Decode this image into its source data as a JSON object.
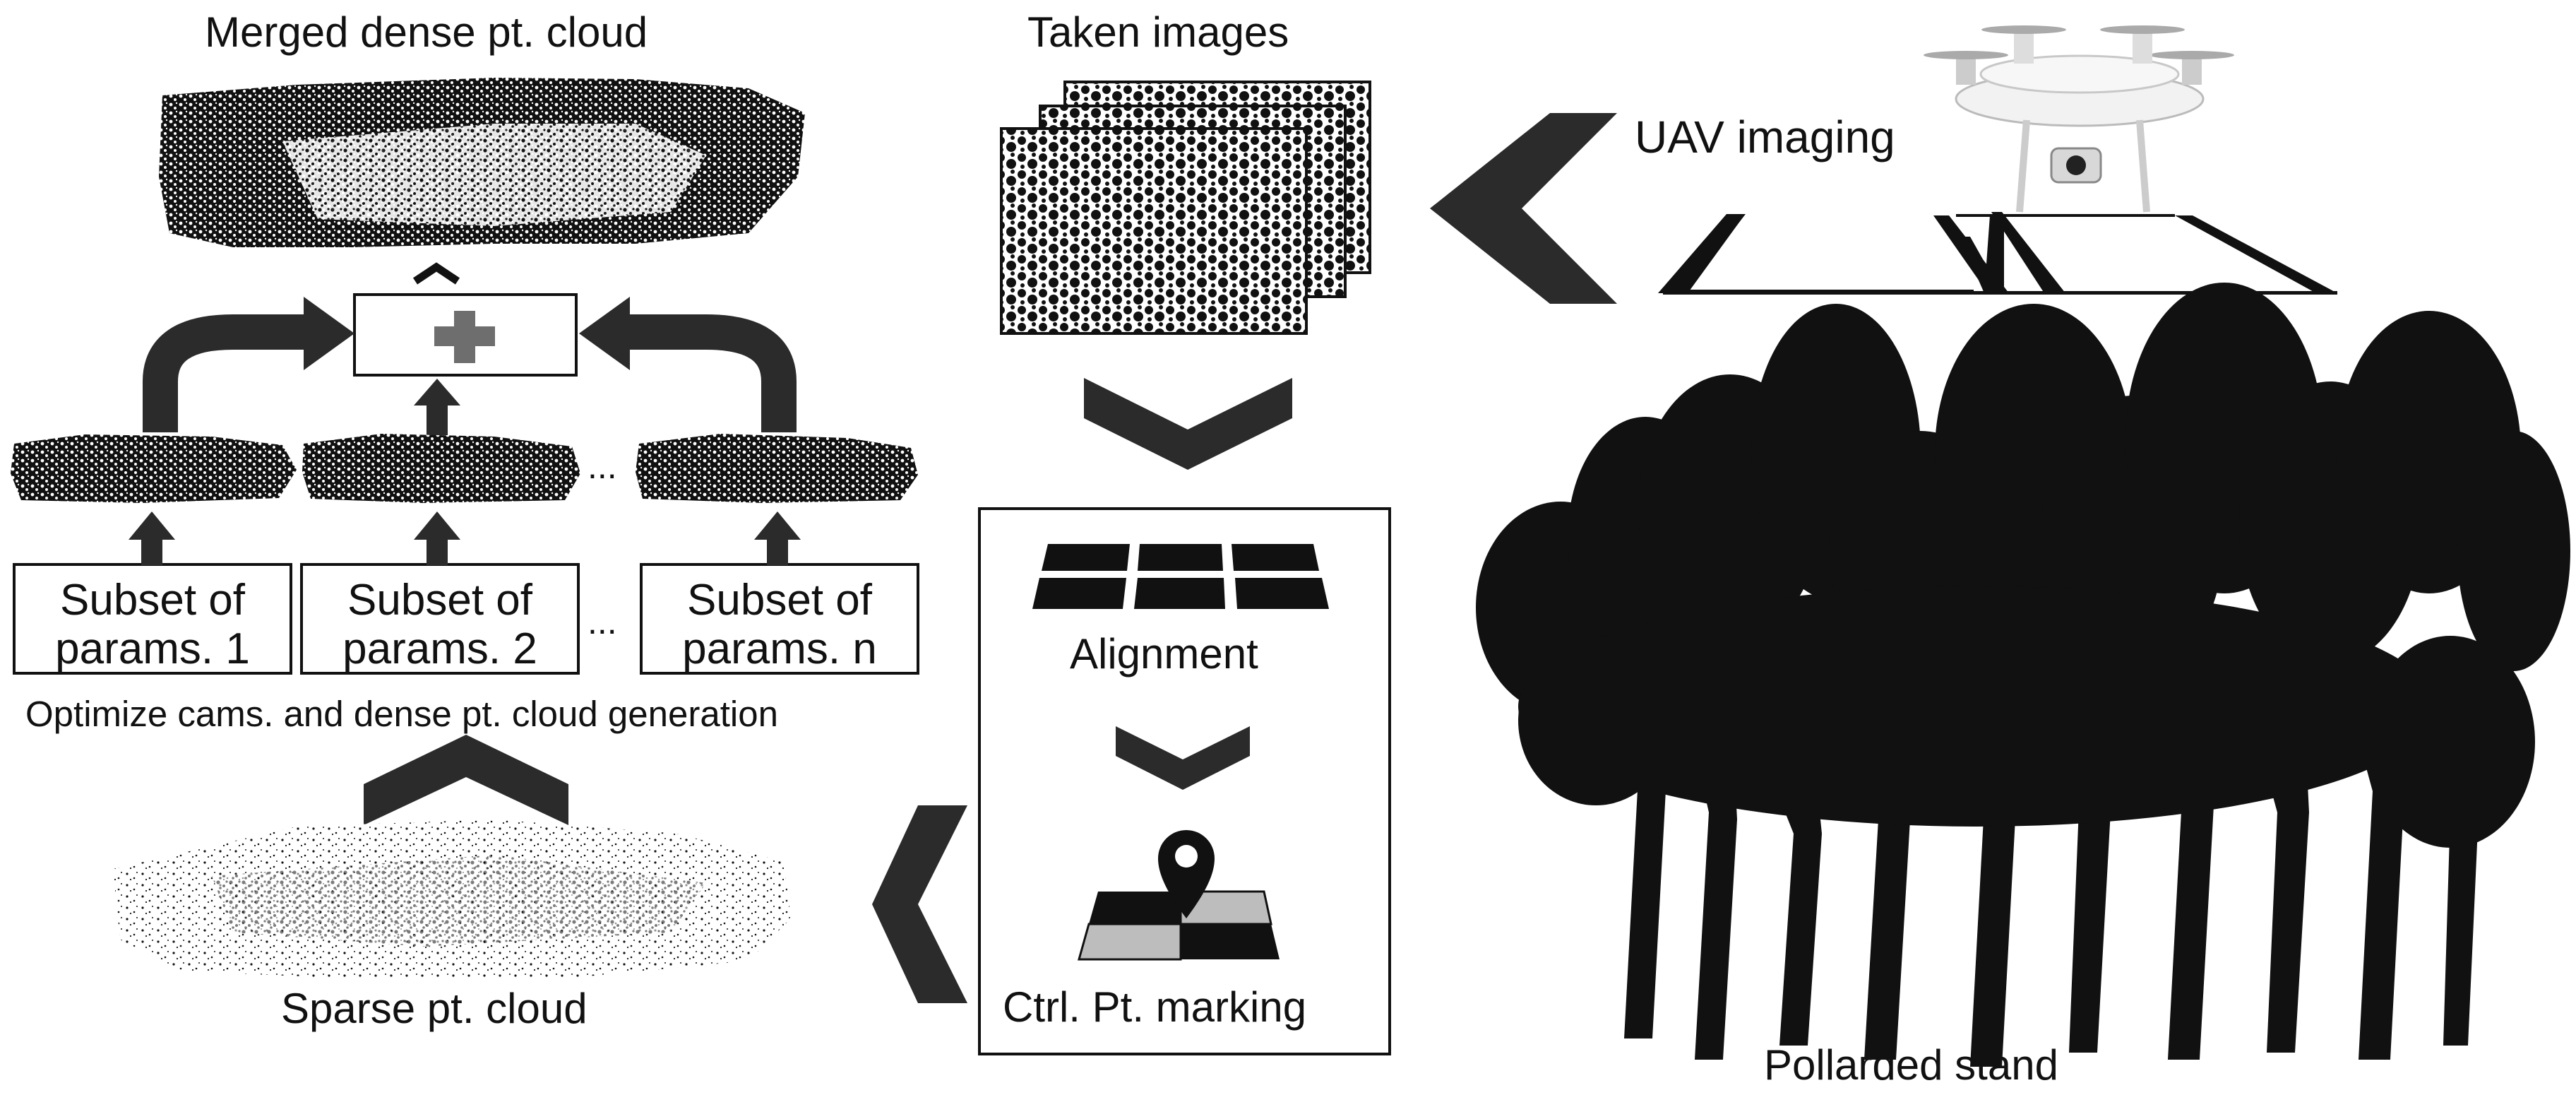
{
  "labels": {
    "merged_dense": "Merged dense pt. cloud",
    "taken_images": "Taken images",
    "uav_imaging": "UAV imaging",
    "optimize": "Optimize cams. and dense pt. cloud generation",
    "sparse": "Sparse pt. cloud",
    "alignment": "Alignment",
    "ctrl_pt": "Ctrl. Pt. marking",
    "pollarded": "Pollarded stand",
    "ellipsis": "..."
  },
  "subsets": [
    {
      "line1": "Subset of",
      "line2": "params. 1"
    },
    {
      "line1": "Subset of",
      "line2": "params. 2"
    },
    {
      "line1": "Subset of",
      "line2": "params. n"
    }
  ],
  "colors": {
    "ink": "#111111",
    "arrow_dark": "#2b2b2b",
    "plus_gray": "#6e6e6e",
    "map_gray": "#bdbdbd"
  },
  "icons": [
    "drone-icon",
    "image-stack-icon",
    "plus-icon",
    "grid-tiles-icon",
    "map-pin-icon",
    "tree-silhouette-icon",
    "point-cloud-icon"
  ]
}
